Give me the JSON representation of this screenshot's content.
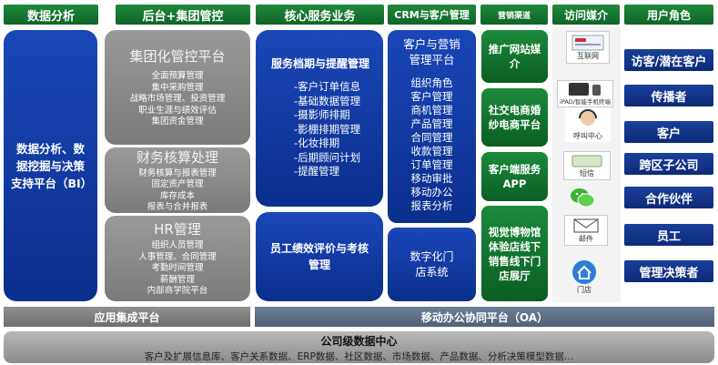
{
  "headers": {
    "data_analysis": "数据分析",
    "backend": "后台+集团管控",
    "core": "核心服务业务",
    "crm": "CRM与客户管理",
    "channels": "营销渠道",
    "media": "访问媒介",
    "roles": "用户角色"
  },
  "bi": {
    "label": "数据分析、数据挖掘与决策支持平台（BI）"
  },
  "group": {
    "title": "集团化管控平台",
    "items": [
      "全面预算管理",
      "集中采购管理",
      "战略市场管理、投资管理",
      "职业生涯与绩效评估",
      "集团资金管理"
    ]
  },
  "finance": {
    "title": "财务核算处理",
    "items": [
      "财务核算与报表管理",
      "固定资产管理",
      "库存成本",
      "报表与合并报表"
    ]
  },
  "hr": {
    "title": "HR管理",
    "items": [
      "组织人员管理",
      "人事管理、合同管理",
      "考勤时间管理",
      "薪酬管理",
      "内部商学院平台"
    ]
  },
  "service": {
    "title": "服务档期与提醒管理",
    "items": [
      "-客户订单信息",
      "-基础数据管理",
      "-摄影师排期",
      "-影棚排期管理",
      "-化妆排期",
      "-后期顾问计划",
      "-提醒管理"
    ]
  },
  "perf": {
    "label": "员工绩效评价与考核管理"
  },
  "crm": {
    "title": "客户与营销管理平台",
    "items": [
      "组织角色",
      "客户管理",
      "商机管理",
      "产品管理",
      "合同管理",
      "收款管理",
      "订单管理",
      "移动审批",
      "移动办公",
      "报表分析"
    ]
  },
  "store": {
    "label": "数字化门店系统"
  },
  "channels": [
    "推广网站媒介",
    "社交电商婚纱电商平台",
    "客户端服务APP",
    "视觉博物馆体验店线下销售线下门店展厅"
  ],
  "media": [
    {
      "icon": "internet-icon",
      "label": "互联网"
    },
    {
      "icon": "tablet-phone-icon",
      "label": "iPAD/智能手机终端"
    },
    {
      "icon": "call-center-icon",
      "label": "呼叫中心"
    },
    {
      "icon": "sms-icon",
      "label": "短信"
    },
    {
      "icon": "wechat-icon",
      "label": ""
    },
    {
      "icon": "email-icon",
      "label": "邮件"
    },
    {
      "icon": "store-icon",
      "label": "门店"
    }
  ],
  "roles": [
    "访客/潜在客户",
    "传播者",
    "客户",
    "跨区子公司",
    "合作伙伴",
    "员工",
    "管理决策者"
  ],
  "bars": {
    "app_integration": "应用集成平台",
    "oa": "移动办公协同平台（OA）",
    "dc_title": "公司级数据中心",
    "dc_sub": "客户及扩展信息库、客户关系数据、ERP数据、社区数据、市场数据、产品数据、分析决策模型数据…"
  },
  "colors": {
    "header_green": "#1a7a35",
    "panel_blue": "#0e379a",
    "panel_gray": "#8a8a8a",
    "role_navy": "#13347f"
  }
}
